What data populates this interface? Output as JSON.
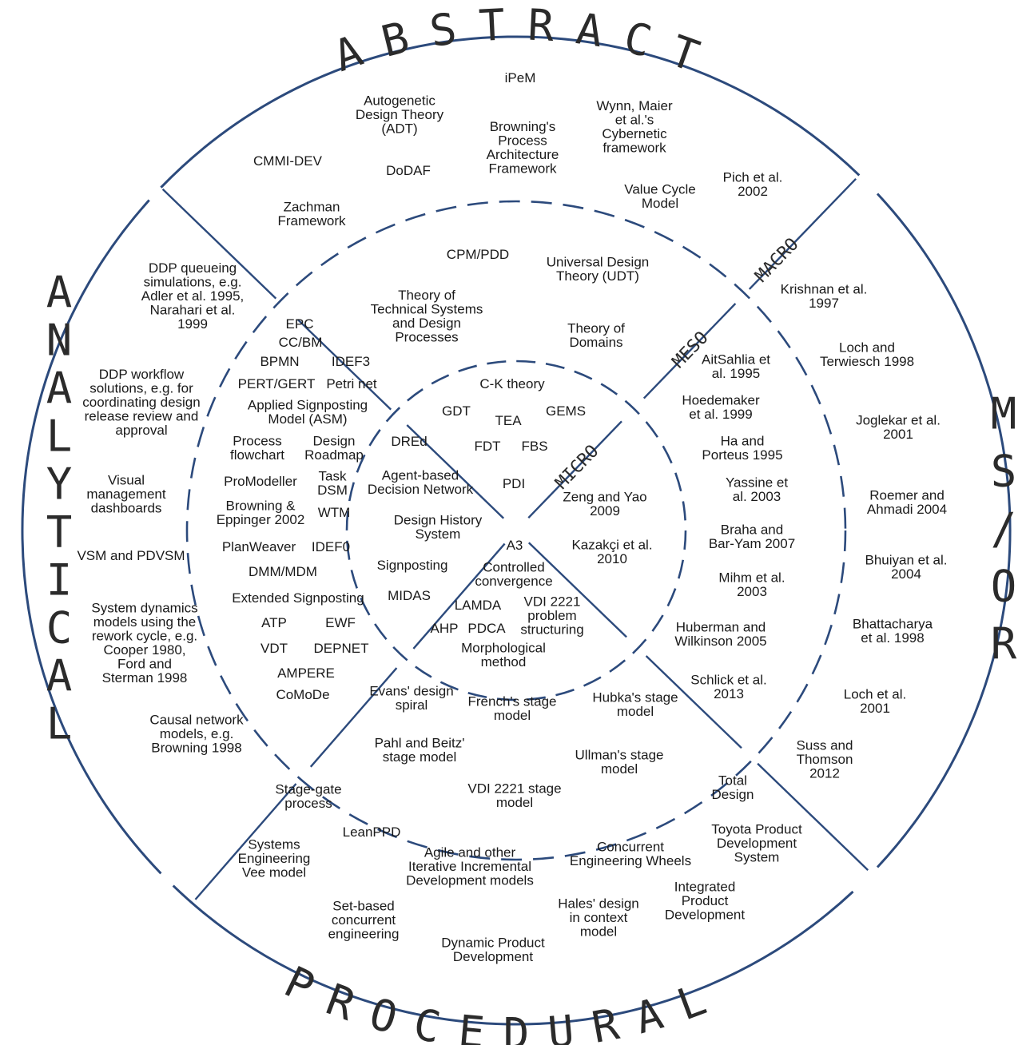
{
  "directions": {
    "top": "ABSTRACT",
    "bottom": "PROCEDURAL",
    "left": "ANALYTICAL",
    "right": "MS/OR"
  },
  "scales": {
    "macro": "MACRO",
    "meso": "MESO",
    "micro": "MICRO"
  },
  "colors": {
    "ring": "#2c4a7c",
    "text": "#1a1a1a"
  },
  "labels": [
    {
      "key": "ipem",
      "text": "iPeM"
    },
    {
      "key": "adt",
      "text": "Autogenetic\nDesign Theory\n(ADT)"
    },
    {
      "key": "wynn",
      "text": "Wynn, Maier\net al.'s\nCybernetic\nframework"
    },
    {
      "key": "browning_paf",
      "text": "Browning's\nProcess\nArchitecture\nFramework"
    },
    {
      "key": "cmmi",
      "text": "CMMI-DEV"
    },
    {
      "key": "dodaf",
      "text": "DoDAF"
    },
    {
      "key": "pich",
      "text": "Pich et al.\n2002"
    },
    {
      "key": "vcm",
      "text": "Value Cycle\nModel"
    },
    {
      "key": "zachman",
      "text": "Zachman\nFramework"
    },
    {
      "key": "cpm",
      "text": "CPM/PDD"
    },
    {
      "key": "udt",
      "text": "Universal Design\nTheory (UDT)"
    },
    {
      "key": "tts",
      "text": "Theory of\nTechnical Systems\nand Design\nProcesses"
    },
    {
      "key": "tod",
      "text": "Theory of\nDomains"
    },
    {
      "key": "ddpq",
      "text": "DDP queueing\nsimulations, e.g.\nAdler et al. 1995,\nNarahari et al.\n1999"
    },
    {
      "key": "krishnan",
      "text": "Krishnan et al.\n1997"
    },
    {
      "key": "epc",
      "text": "EPC"
    },
    {
      "key": "ccbm",
      "text": "CC/BM"
    },
    {
      "key": "bpmn",
      "text": "BPMN"
    },
    {
      "key": "idef3",
      "text": "IDEF3"
    },
    {
      "key": "pert",
      "text": "PERT/GERT"
    },
    {
      "key": "petri",
      "text": "Petri net"
    },
    {
      "key": "asm",
      "text": "Applied Signposting\nModel (ASM)"
    },
    {
      "key": "ddpw",
      "text": "DDP workflow\nsolutions, e.g. for\ncoordinating design\nrelease review and\napproval"
    },
    {
      "key": "loch_t",
      "text": "Loch and\nTerwiesch 1998"
    },
    {
      "key": "aitsahlia",
      "text": "AitSahlia et\nal. 1995"
    },
    {
      "key": "ck",
      "text": "C-K theory"
    },
    {
      "key": "gdt",
      "text": "GDT"
    },
    {
      "key": "tea",
      "text": "TEA"
    },
    {
      "key": "gems",
      "text": "GEMS"
    },
    {
      "key": "hoedemaker",
      "text": "Hoedemaker\net al. 1999"
    },
    {
      "key": "joglekar",
      "text": "Joglekar et al.\n2001"
    },
    {
      "key": "procflow",
      "text": "Process\nflowchart"
    },
    {
      "key": "roadmap",
      "text": "Design\nRoadmap"
    },
    {
      "key": "dred",
      "text": "DREd"
    },
    {
      "key": "fdt",
      "text": "FDT"
    },
    {
      "key": "fbs",
      "text": "FBS"
    },
    {
      "key": "ha",
      "text": "Ha and\nPorteus 1995"
    },
    {
      "key": "agent",
      "text": "Agent-based\nDecision Network"
    },
    {
      "key": "pdi",
      "text": "PDI"
    },
    {
      "key": "taskdsm",
      "text": "Task\nDSM"
    },
    {
      "key": "promod",
      "text": "ProModeller"
    },
    {
      "key": "visual",
      "text": "Visual\nmanagement\ndashboards"
    },
    {
      "key": "yassine",
      "text": "Yassine et\nal. 2003"
    },
    {
      "key": "roemer",
      "text": "Roemer and\nAhmadi 2004"
    },
    {
      "key": "zeng",
      "text": "Zeng and Yao\n2009"
    },
    {
      "key": "browning_ep",
      "text": "Browning &\nEppinger 2002"
    },
    {
      "key": "wtm",
      "text": "WTM"
    },
    {
      "key": "dhs",
      "text": "Design History\nSystem"
    },
    {
      "key": "braha",
      "text": "Braha and\nBar-Yam 2007"
    },
    {
      "key": "a3",
      "text": "A3"
    },
    {
      "key": "kazakci",
      "text": "Kazakçi et al.\n2010"
    },
    {
      "key": "planweaver",
      "text": "PlanWeaver"
    },
    {
      "key": "idef0",
      "text": "IDEF0"
    },
    {
      "key": "vsm",
      "text": "VSM and PDVSM"
    },
    {
      "key": "bhuiyan",
      "text": "Bhuiyan et al.\n2004"
    },
    {
      "key": "signposting",
      "text": "Signposting"
    },
    {
      "key": "controlled",
      "text": "Controlled\nconvergence"
    },
    {
      "key": "dmm",
      "text": "DMM/MDM"
    },
    {
      "key": "mihm",
      "text": "Mihm et al.\n2003"
    },
    {
      "key": "extsign",
      "text": "Extended Signposting"
    },
    {
      "key": "midas",
      "text": "MIDAS"
    },
    {
      "key": "lamda",
      "text": "LAMDA"
    },
    {
      "key": "vdi_ps",
      "text": "VDI 2221\nproblem\nstructuring"
    },
    {
      "key": "sysdyn",
      "text": "System dynamics\nmodels using the\nrework cycle, e.g.\nCooper 1980,\nFord and\nSterman 1998"
    },
    {
      "key": "atp",
      "text": "ATP"
    },
    {
      "key": "ewf",
      "text": "EWF"
    },
    {
      "key": "ahp",
      "text": "AHP"
    },
    {
      "key": "pdca",
      "text": "PDCA"
    },
    {
      "key": "huberman",
      "text": "Huberman and\nWilkinson 2005"
    },
    {
      "key": "bhattacharya",
      "text": "Bhattacharya\net al. 1998"
    },
    {
      "key": "vdt",
      "text": "VDT"
    },
    {
      "key": "depnet",
      "text": "DEPNET"
    },
    {
      "key": "morph",
      "text": "Morphological\nmethod"
    },
    {
      "key": "ampere",
      "text": "AMPERE"
    },
    {
      "key": "schlick",
      "text": "Schlick et al.\n2013"
    },
    {
      "key": "comode",
      "text": "CoMoDe"
    },
    {
      "key": "evans",
      "text": "Evans' design\nspiral"
    },
    {
      "key": "french",
      "text": "French's stage\nmodel"
    },
    {
      "key": "hubka",
      "text": "Hubka's stage\nmodel"
    },
    {
      "key": "loch01",
      "text": "Loch et al.\n2001"
    },
    {
      "key": "causal",
      "text": "Causal network\nmodels, e.g.\nBrowning 1998"
    },
    {
      "key": "pahl",
      "text": "Pahl and Beitz'\nstage model"
    },
    {
      "key": "ullman",
      "text": "Ullman's stage\nmodel"
    },
    {
      "key": "suss",
      "text": "Suss and\nThomson\n2012"
    },
    {
      "key": "stagegate",
      "text": "Stage-gate\nprocess"
    },
    {
      "key": "vdi_stage",
      "text": "VDI 2221 stage\nmodel"
    },
    {
      "key": "totaldesign",
      "text": "Total\nDesign"
    },
    {
      "key": "leanppd",
      "text": "LeanPPD"
    },
    {
      "key": "toyota",
      "text": "Toyota Product\nDevelopment\nSystem"
    },
    {
      "key": "vee",
      "text": "Systems\nEngineering\nVee model"
    },
    {
      "key": "agile",
      "text": "Agile and other\nIterative Incremental\nDevelopment models"
    },
    {
      "key": "cew",
      "text": "Concurrent\nEngineering Wheels"
    },
    {
      "key": "ipd",
      "text": "Integrated\nProduct\nDevelopment"
    },
    {
      "key": "setbased",
      "text": "Set-based\nconcurrent\nengineering"
    },
    {
      "key": "hales",
      "text": "Hales' design\nin context\nmodel"
    },
    {
      "key": "dpd",
      "text": "Dynamic Product\nDevelopment"
    }
  ]
}
